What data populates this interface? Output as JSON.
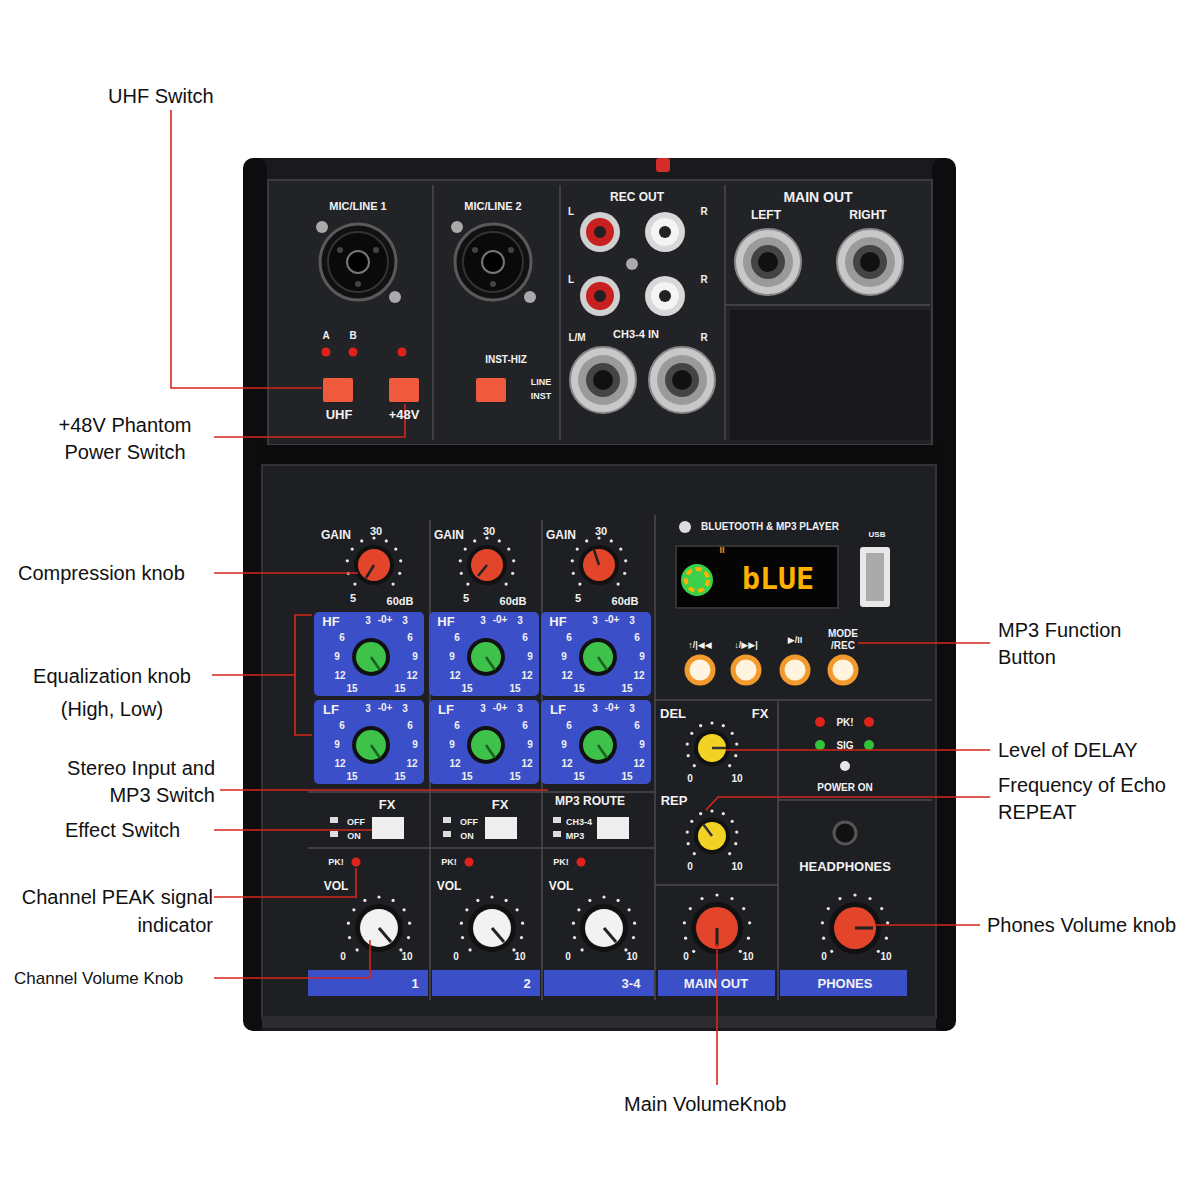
{
  "diagram": {
    "labels": [
      "UHF Switch",
      "+48V Phantom Power Switch",
      "Compression knob",
      "Equalization knob (High, Low)",
      "Stereo Input and MP3 Switch",
      "Effect Switch",
      "Channel PEAK signal indicator",
      "Channel Volume Knob",
      "Main VolumeKnob",
      "MP3 Function Button",
      "Level of DELAY",
      "Frequency of Echo REPEAT",
      "Phones Volume knob",
      "MIC/LINE 1",
      "MIC/LINE 2",
      "REC OUT",
      "L",
      "R",
      "L",
      "R",
      "L/M",
      "CH3-4 IN",
      "R",
      "MAIN OUT",
      "LEFT",
      "RIGHT",
      "A",
      "B",
      "UHF",
      "+48V",
      "INST-HIZ",
      "LINE",
      "INST",
      "GAIN",
      "30",
      "5",
      "60dB",
      "GAIN",
      "30",
      "5",
      "60dB",
      "GAIN",
      "30",
      "5",
      "60dB",
      "HF",
      "3",
      "-0+",
      "3",
      "6",
      "6",
      "9",
      "9",
      "12",
      "12",
      "15",
      "15",
      "HF",
      "3",
      "-0+",
      "3",
      "6",
      "6",
      "9",
      "9",
      "12",
      "12",
      "15",
      "15",
      "HF",
      "3",
      "-0+",
      "3",
      "6",
      "6",
      "9",
      "9",
      "12",
      "12",
      "15",
      "15",
      "LF",
      "3",
      "-0+",
      "3",
      "6",
      "6",
      "9",
      "9",
      "12",
      "12",
      "15",
      "15",
      "LF",
      "3",
      "-0+",
      "3",
      "6",
      "6",
      "9",
      "9",
      "12",
      "12",
      "15",
      "15",
      "LF",
      "3",
      "-0+",
      "3",
      "6",
      "6",
      "9",
      "9",
      "12",
      "12",
      "15",
      "15",
      "FX",
      "OFF",
      "ON",
      "FX",
      "OFF",
      "ON",
      "MP3 ROUTE",
      "CH3-4",
      "MP3",
      "PK!",
      "VOL",
      "0",
      "10",
      "PK!",
      "VOL",
      "0",
      "10",
      "PK!",
      "VOL",
      "0",
      "10",
      "1",
      "2",
      "3-4",
      "BLUETOOTH & MP3 PLAYER",
      "USB",
      "II",
      "bLUE",
      "↑/|◀◀",
      "↓/▶▶|",
      "▶/II",
      "MODE /REC",
      "DEL",
      "FX",
      "0",
      "10",
      "REP",
      "0",
      "10",
      "PK!",
      "SIG",
      "POWER ON",
      "HEADPHONES",
      "0",
      "10",
      "0",
      "10",
      "MAIN OUT",
      "PHONES"
    ]
  }
}
